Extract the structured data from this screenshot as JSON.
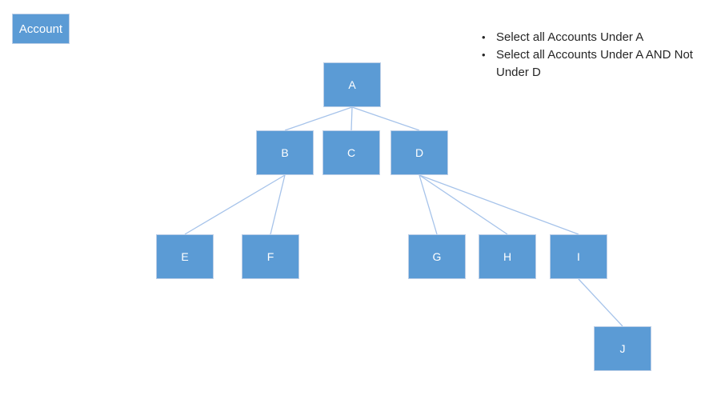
{
  "legend": {
    "label": "Account"
  },
  "notes": {
    "bullet_glyph": "•",
    "items": [
      "Select all Accounts Under A",
      "Select all Accounts Under A AND Not Under D"
    ]
  },
  "diagram": {
    "type": "tree",
    "nodes": [
      {
        "id": "A",
        "label": "A"
      },
      {
        "id": "B",
        "label": "B"
      },
      {
        "id": "C",
        "label": "C"
      },
      {
        "id": "D",
        "label": "D"
      },
      {
        "id": "E",
        "label": "E"
      },
      {
        "id": "F",
        "label": "F"
      },
      {
        "id": "G",
        "label": "G"
      },
      {
        "id": "H",
        "label": "H"
      },
      {
        "id": "I",
        "label": "I"
      },
      {
        "id": "J",
        "label": "J"
      }
    ],
    "edges": [
      [
        "A",
        "B"
      ],
      [
        "A",
        "C"
      ],
      [
        "A",
        "D"
      ],
      [
        "B",
        "E"
      ],
      [
        "B",
        "F"
      ],
      [
        "D",
        "G"
      ],
      [
        "D",
        "H"
      ],
      [
        "D",
        "I"
      ],
      [
        "I",
        "J"
      ]
    ]
  },
  "colors": {
    "background": "#FFFFFF",
    "node_fill": "#5B9BD5",
    "node_border": "#BDCFE7",
    "node_text": "#FFFFFF",
    "connector": "#A6C3EA",
    "note_text": "#262626"
  }
}
